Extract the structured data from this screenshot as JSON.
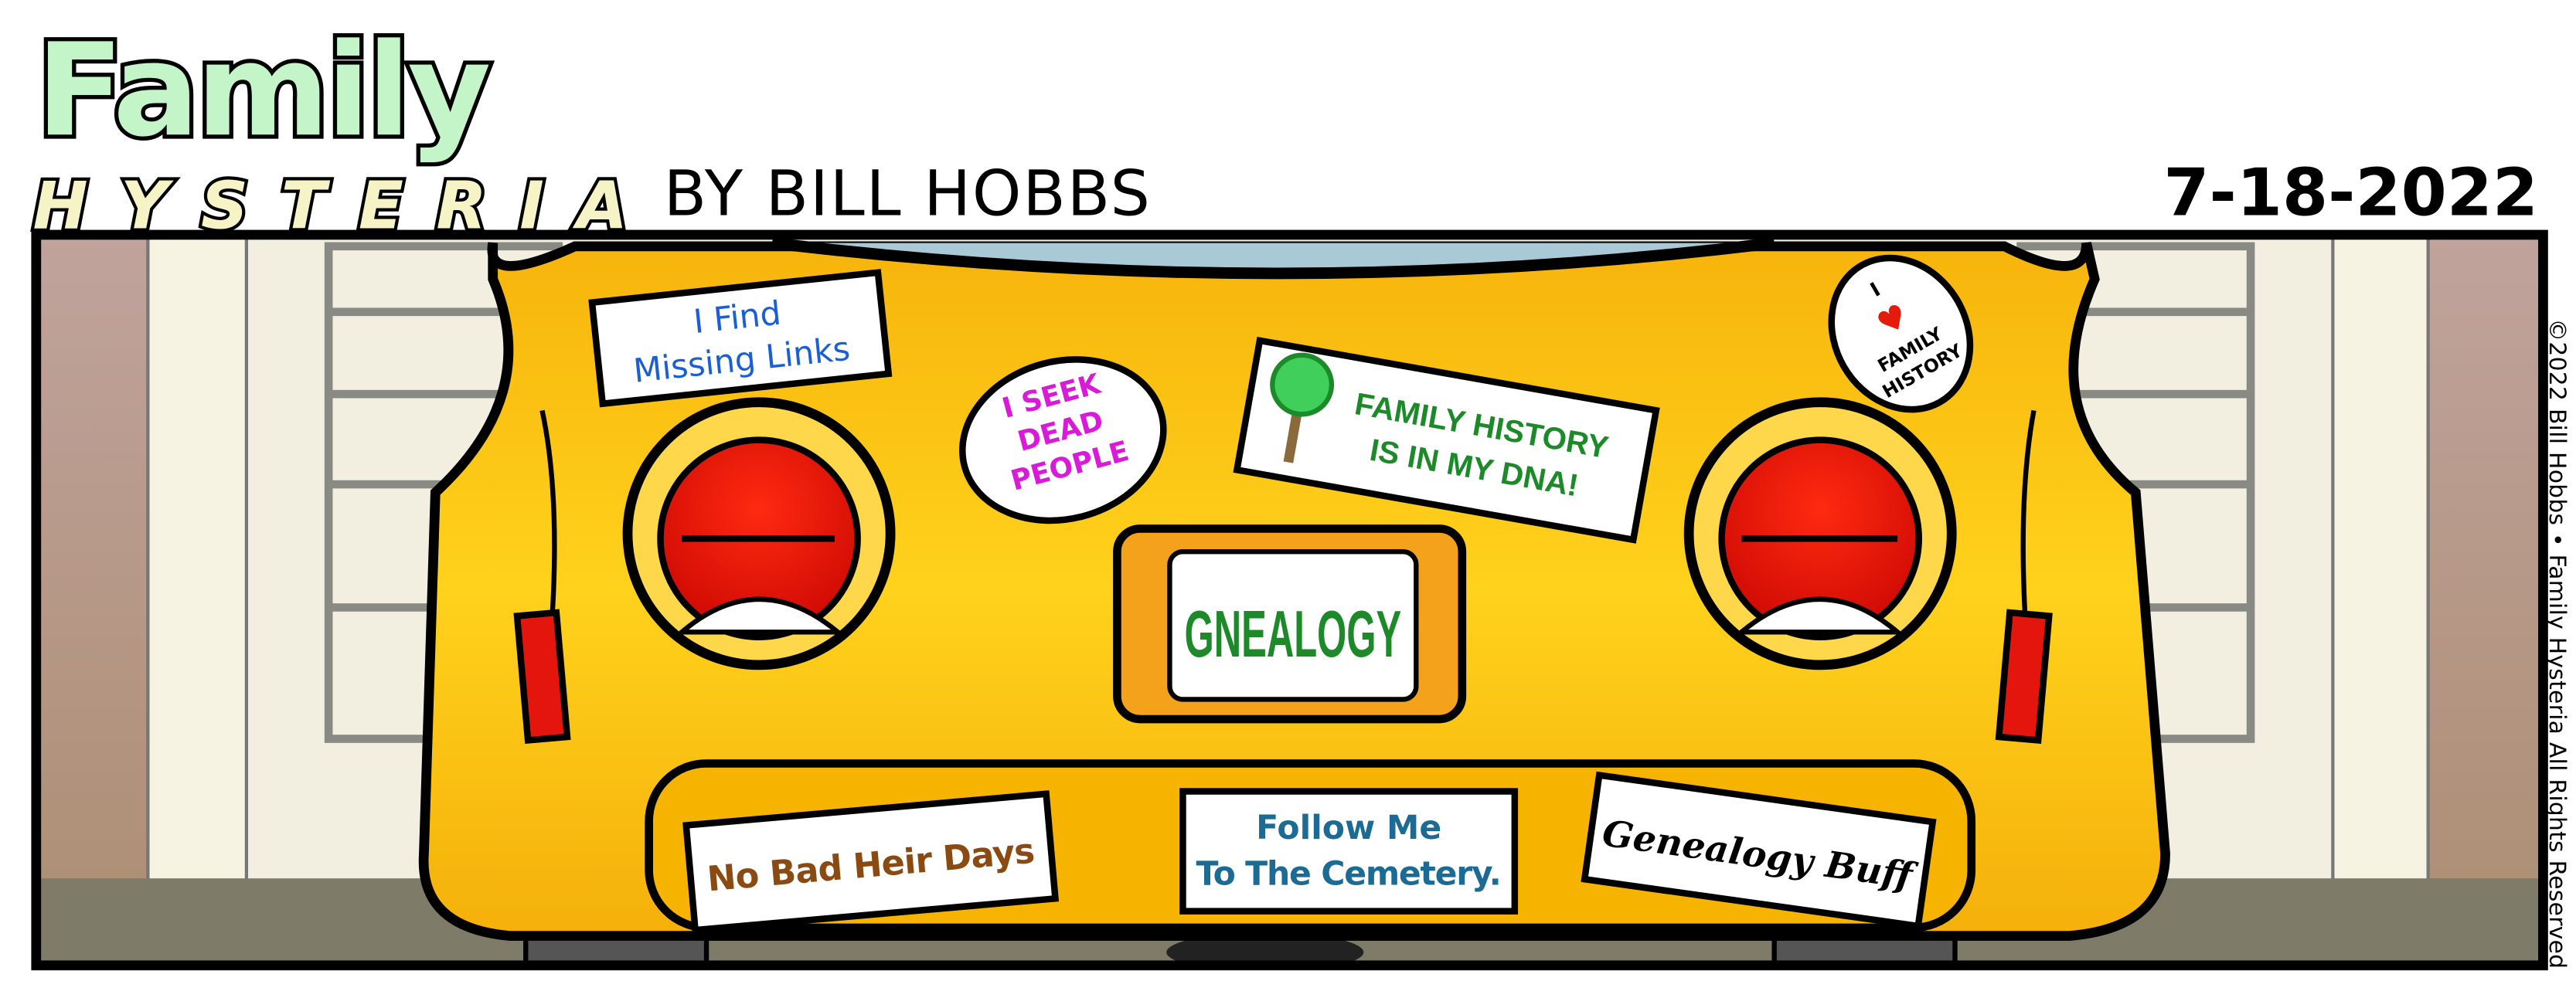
{
  "header": {
    "logo_line1": "Family",
    "logo_line2": "HYSTERIA",
    "byline": "BY BILL HOBBS",
    "date": "7-18-2022"
  },
  "copyright": "©2022 Bill Hobbs • Family Hysteria All Rights Reserved",
  "car": {
    "license_plate": "GNEALOGY",
    "stickers": {
      "missing_links": [
        "I Find",
        "Missing Links"
      ],
      "dead_people": [
        "I SEEK",
        "DEAD",
        "PEOPLE"
      ],
      "dna": [
        "FAMILY HISTORY",
        "IS IN MY DNA!"
      ],
      "love_history": {
        "i": "I",
        "heart": "♥",
        "lines": [
          "FAMILY",
          "HISTORY"
        ]
      },
      "heir_days": "No Bad Heir Days",
      "cemetery": [
        "Follow Me",
        "To The Cemetery."
      ],
      "genealogy_buff": "Genealogy Buff"
    }
  },
  "colors": {
    "car_yellow": "#f9c414",
    "taillight_red": "#e51a0c",
    "logo_green": "#c3f5c8",
    "logo_cream": "#f6f4c6",
    "wall_brown": "#b99a8e",
    "ground": "#7e7c68",
    "blue_text": "#1a5fd6",
    "magenta_text": "#d91ad9",
    "green_text": "#1d8a2a",
    "brown_text": "#8b4a12",
    "teal_text": "#1b6b94"
  }
}
